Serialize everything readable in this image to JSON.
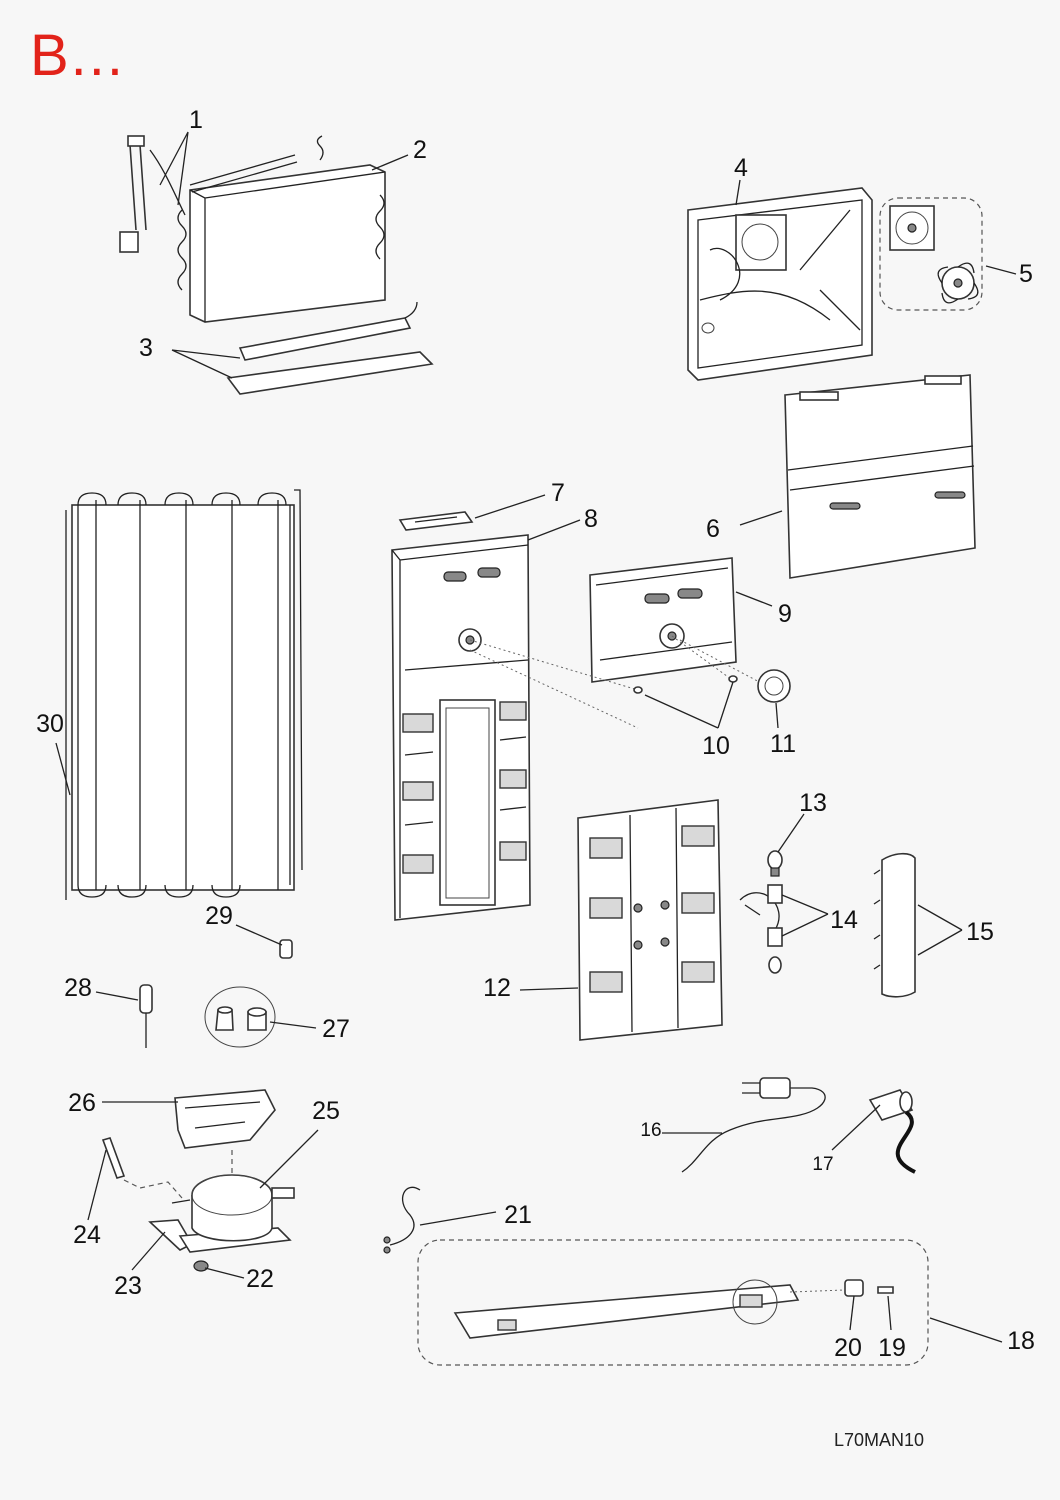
{
  "section_title": "B...",
  "drawing_code": "L70MAN10",
  "colors": {
    "title": "#e2231a",
    "lines": "#222222",
    "background": "#f7f7f7"
  },
  "callouts": {
    "p1": "1",
    "p2": "2",
    "p3": "3",
    "p4": "4",
    "p5": "5",
    "p6": "6",
    "p7": "7",
    "p8": "8",
    "p9": "9",
    "p10": "10",
    "p11": "11",
    "p12": "12",
    "p13": "13",
    "p14": "14",
    "p15": "15",
    "p16": "16",
    "p17": "17",
    "p18": "18",
    "p19": "19",
    "p20": "20",
    "p21": "21",
    "p22": "22",
    "p23": "23",
    "p24": "24",
    "p25": "25",
    "p26": "26",
    "p27": "27",
    "p28": "28",
    "p29": "29",
    "p30": "30"
  }
}
